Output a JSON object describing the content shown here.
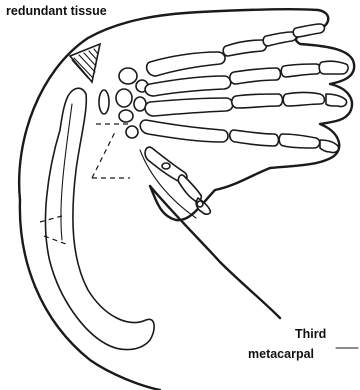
{
  "labels": {
    "redundant_tissue": "redundant tissue",
    "third_metacarpal_line1": "Third",
    "third_metacarpal_line2": "metacarpal"
  }
}
